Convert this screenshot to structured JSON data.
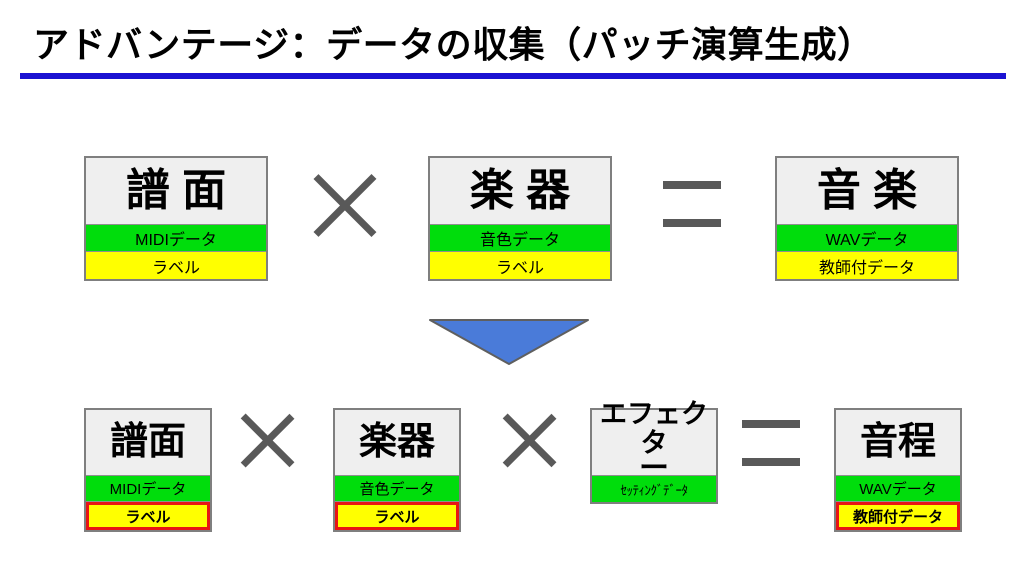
{
  "slide": {
    "title": "アドバンテージ：データの収集（パッチ演算生成）"
  },
  "colors": {
    "title_rule_blue": "#1B12D2",
    "box_header_gray": "#EFEFEF",
    "box_border_gray": "#7F7F7F",
    "data_row_green": "#00DD0C",
    "label_row_yellow": "#FFFF00",
    "highlight_border_red": "#E81414",
    "operator_gray": "#595959",
    "arrow_blue": "#4A7BD9"
  },
  "top_row": {
    "boxes": [
      {
        "title": "譜 面",
        "data": "MIDIデータ",
        "label": "ラベル"
      },
      {
        "title": "楽 器",
        "data": "音色データ",
        "label": "ラベル"
      },
      {
        "title": "音 楽",
        "data": "WAVデータ",
        "label": "教師付データ"
      }
    ],
    "operators": [
      {
        "icon": "multiply-icon"
      },
      {
        "icon": "equals-icon"
      }
    ]
  },
  "arrow": {
    "icon": "down-triangle-arrow"
  },
  "bottom_row": {
    "boxes": [
      {
        "title": "譜面",
        "data": "MIDIデータ",
        "label": "ラベル",
        "label_highlighted": true
      },
      {
        "title": "楽器",
        "data": "音色データ",
        "label": "ラベル",
        "label_highlighted": true
      },
      {
        "title_line1": "エフェクタ",
        "title_line2": "ー",
        "data": "ｾｯﾃｨﾝｸﾞﾃﾞｰﾀ"
      },
      {
        "title": "音程",
        "data": "WAVデータ",
        "label": "教師付データ",
        "label_highlighted": true
      }
    ],
    "operators": [
      {
        "icon": "multiply-icon"
      },
      {
        "icon": "multiply-icon"
      },
      {
        "icon": "equals-icon"
      }
    ]
  }
}
